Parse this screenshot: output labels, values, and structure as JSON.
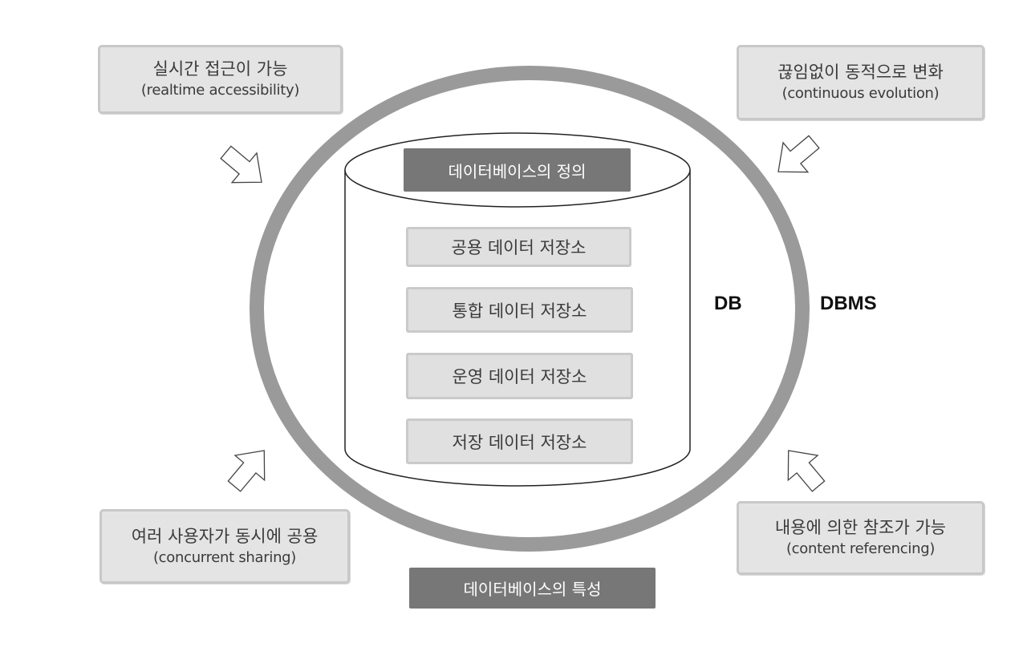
{
  "cylinder": {
    "title": "데이터베이스의 정의",
    "items": [
      "공용 데이터 저장소",
      "통합 데이터 저장소",
      "운영 데이터 저장소",
      "저장 데이터 저장소"
    ]
  },
  "labels": {
    "db": "DB",
    "dbms": "DBMS"
  },
  "footer": {
    "title": "데이터베이스의 특성"
  },
  "characteristics": {
    "top_left": {
      "ko": "실시간 접근이 가능",
      "en": "(realtime accessibility)"
    },
    "top_right": {
      "ko": "끊임없이 동적으로 변화",
      "en": "(continuous evolution)"
    },
    "bottom_left": {
      "ko": "여러 사용자가 동시에 공용",
      "en": "(concurrent sharing)"
    },
    "bottom_right": {
      "ko": "내용에 의한 참조가 가능",
      "en": "(content referencing)"
    }
  },
  "icons": {
    "arrow": "hollow-arrow-icon"
  },
  "colors": {
    "ring": "#9a9a9a",
    "dark_label": "#777777",
    "box_fill": "#e4e4e4"
  }
}
